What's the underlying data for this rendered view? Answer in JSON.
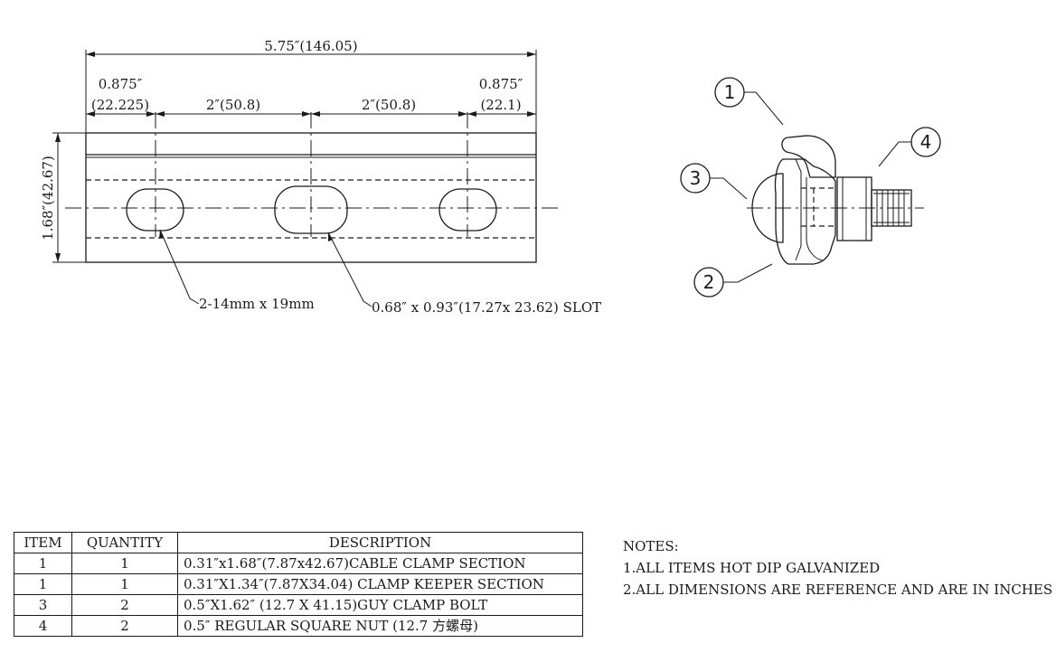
{
  "dimensions": {
    "overall": "5.75″(146.05)",
    "left_edge_in": "0.875″",
    "left_edge_mm": "(22.225)",
    "pitch_1": "2″(50.8)",
    "pitch_2": "2″(50.8)",
    "right_edge_in": "0.875″",
    "right_edge_mm": "(22.1)",
    "height": "1.68″(42.67)"
  },
  "callouts": {
    "small_holes": "2-14mm x 19mm",
    "center_slot": "0.68″ x 0.93″(17.27x 23.62) SLOT"
  },
  "balloons": [
    "1",
    "2",
    "3",
    "4"
  ],
  "bom": {
    "headers": [
      "ITEM",
      "QUANTITY",
      "DESCRIPTION"
    ],
    "rows": [
      {
        "item": "1",
        "quantity": "1",
        "description": "0.31″x1.68″(7.87x42.67)CABLE CLAMP SECTION"
      },
      {
        "item": "1",
        "quantity": "1",
        "description": "0.31″X1.34″(7.87X34.04) CLAMP KEEPER SECTION"
      },
      {
        "item": "3",
        "quantity": "2",
        "description": "0.5″X1.62″ (12.7 X 41.15)GUY CLAMP BOLT"
      },
      {
        "item": "4",
        "quantity": "2",
        "description": "0.5″ REGULAR SQUARE NUT (12.7 方螺母)"
      }
    ]
  },
  "notes": {
    "title": "NOTES:",
    "items": [
      "1.ALL ITEMS HOT DIP GALVANIZED",
      "2.ALL DIMENSIONS ARE REFERENCE AND ARE IN INCHES"
    ]
  }
}
